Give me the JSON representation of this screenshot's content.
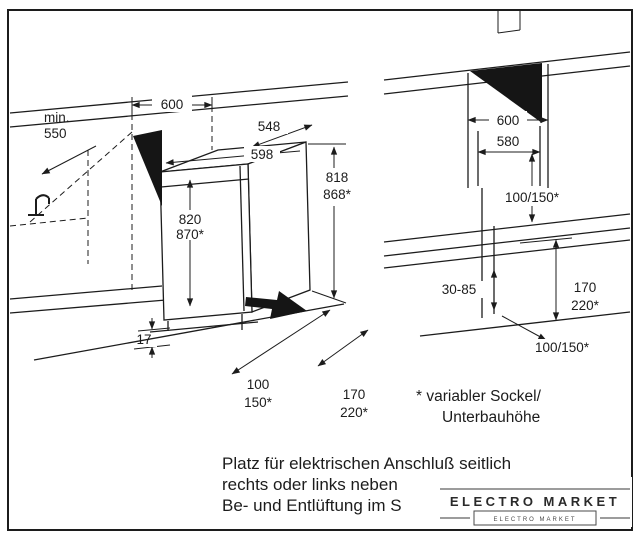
{
  "colors": {
    "ink": "#1c1c1c",
    "background": "#ffffff"
  },
  "left": {
    "min_label": "min.",
    "min_value": "550",
    "niche_width": "600",
    "top_depth": "548",
    "front_width": "598",
    "height_outer_1": "818",
    "height_outer_2": "868*",
    "height_inner_1": "820",
    "height_inner_2": "870*",
    "gap_bottom": "17",
    "plinth_a1": "100",
    "plinth_a2": "150*",
    "plinth_b1": "170",
    "plinth_b2": "220*"
  },
  "right": {
    "niche_width": "600",
    "inner_width": "580",
    "clearance_top": "100/150*",
    "plinth_range": "30-85",
    "plinth_b1": "170",
    "plinth_b2": "220*",
    "clearance_bottom": "100/150*",
    "footnote_1": "* variabler Sockel/",
    "footnote_2": "Unterbauhöhe"
  },
  "caption": {
    "line1": "Platz für elektrischen Anschluß seitlich",
    "line2": "rechts oder links neben",
    "line3": "Be- und Entlüftung im S"
  },
  "watermark": {
    "brand": "ELECTRO MARKET",
    "box_text": "ELECTRO MARKET"
  }
}
